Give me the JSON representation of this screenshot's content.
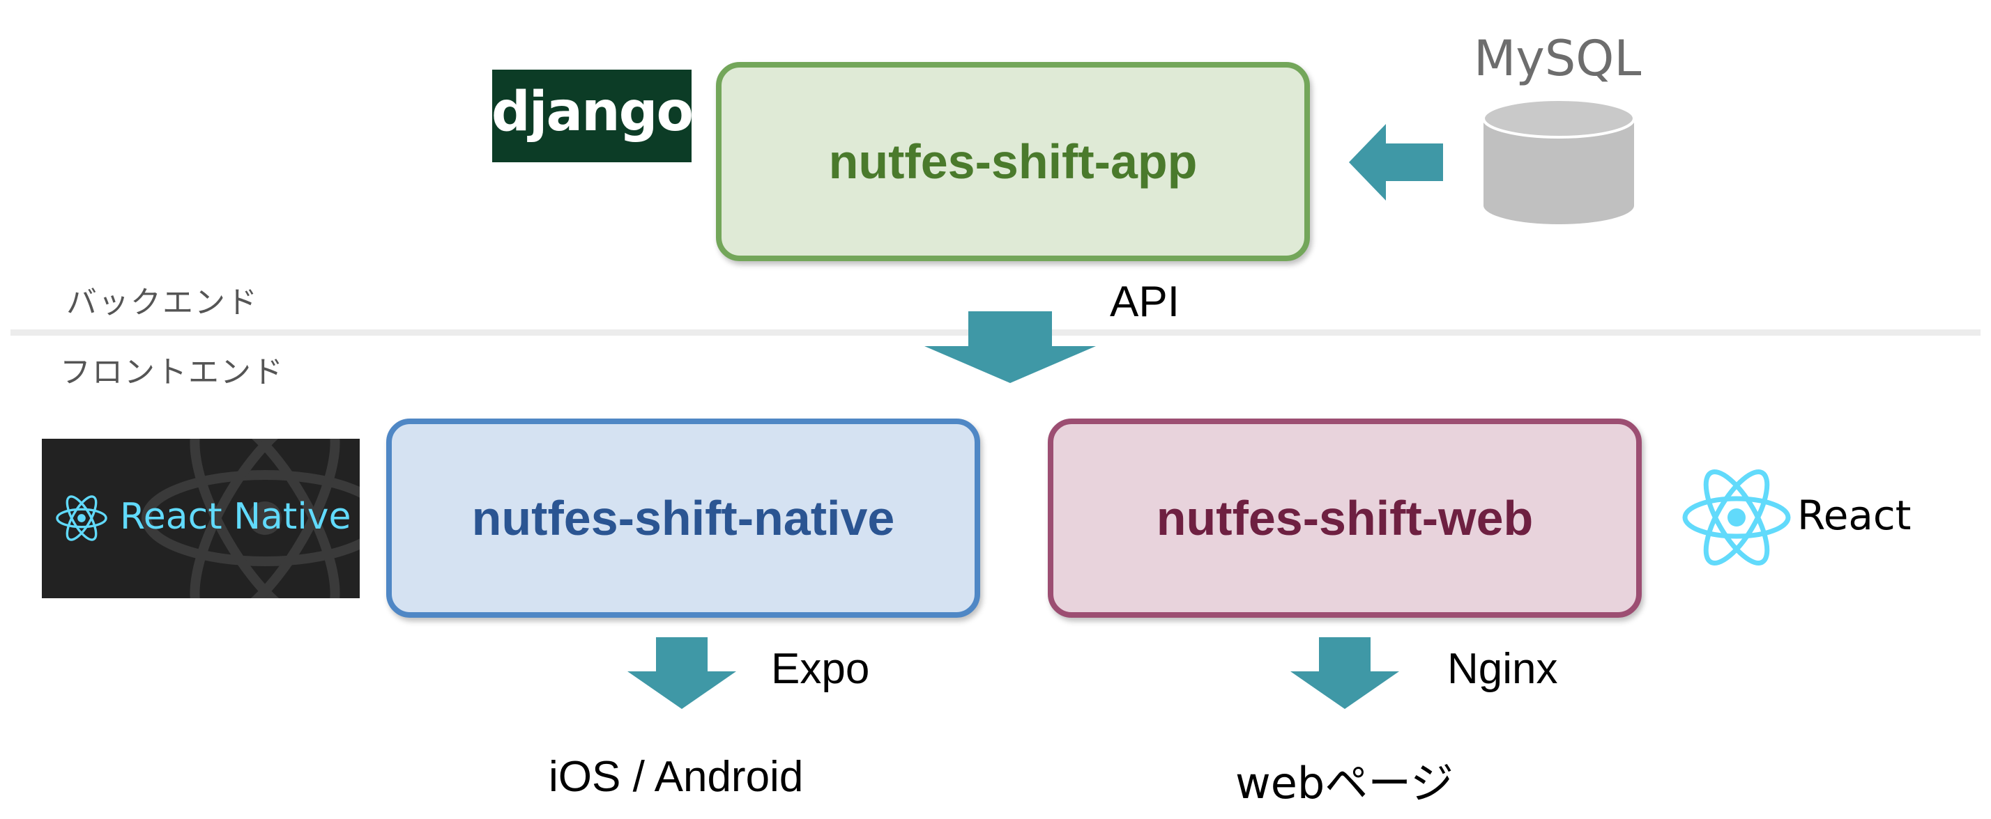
{
  "section_labels": {
    "backend": "バックエンド",
    "frontend": "フロントエンド"
  },
  "boxes": {
    "app": "nutfes-shift-app",
    "native": "nutfes-shift-native",
    "web": "nutfes-shift-web"
  },
  "logos": {
    "django": "django",
    "react_native": "React Native",
    "react": "React",
    "mysql": "MySQL"
  },
  "labels": {
    "api": "API",
    "expo": "Expo",
    "nginx": "Nginx",
    "ios_android": "iOS / Android",
    "web_page": "webページ"
  },
  "icons": {
    "database": "database-cylinder-icon",
    "react_atom": "react-atom-icon",
    "arrow": "arrow-icon"
  },
  "colors": {
    "arrow": "#3f98a6",
    "app_fill": "#dfead6",
    "app_border": "#73a65a",
    "app_text": "#4a7a2c",
    "native_fill": "#d5e2f2",
    "native_border": "#4f87c5",
    "native_text": "#2b5592",
    "web_fill": "#e8d3dc",
    "web_border": "#9c4e72",
    "web_text": "#6e2041",
    "django_bg": "#0c3c26",
    "react_blue": "#61dafb",
    "db_gray": "#c0c0c0"
  }
}
